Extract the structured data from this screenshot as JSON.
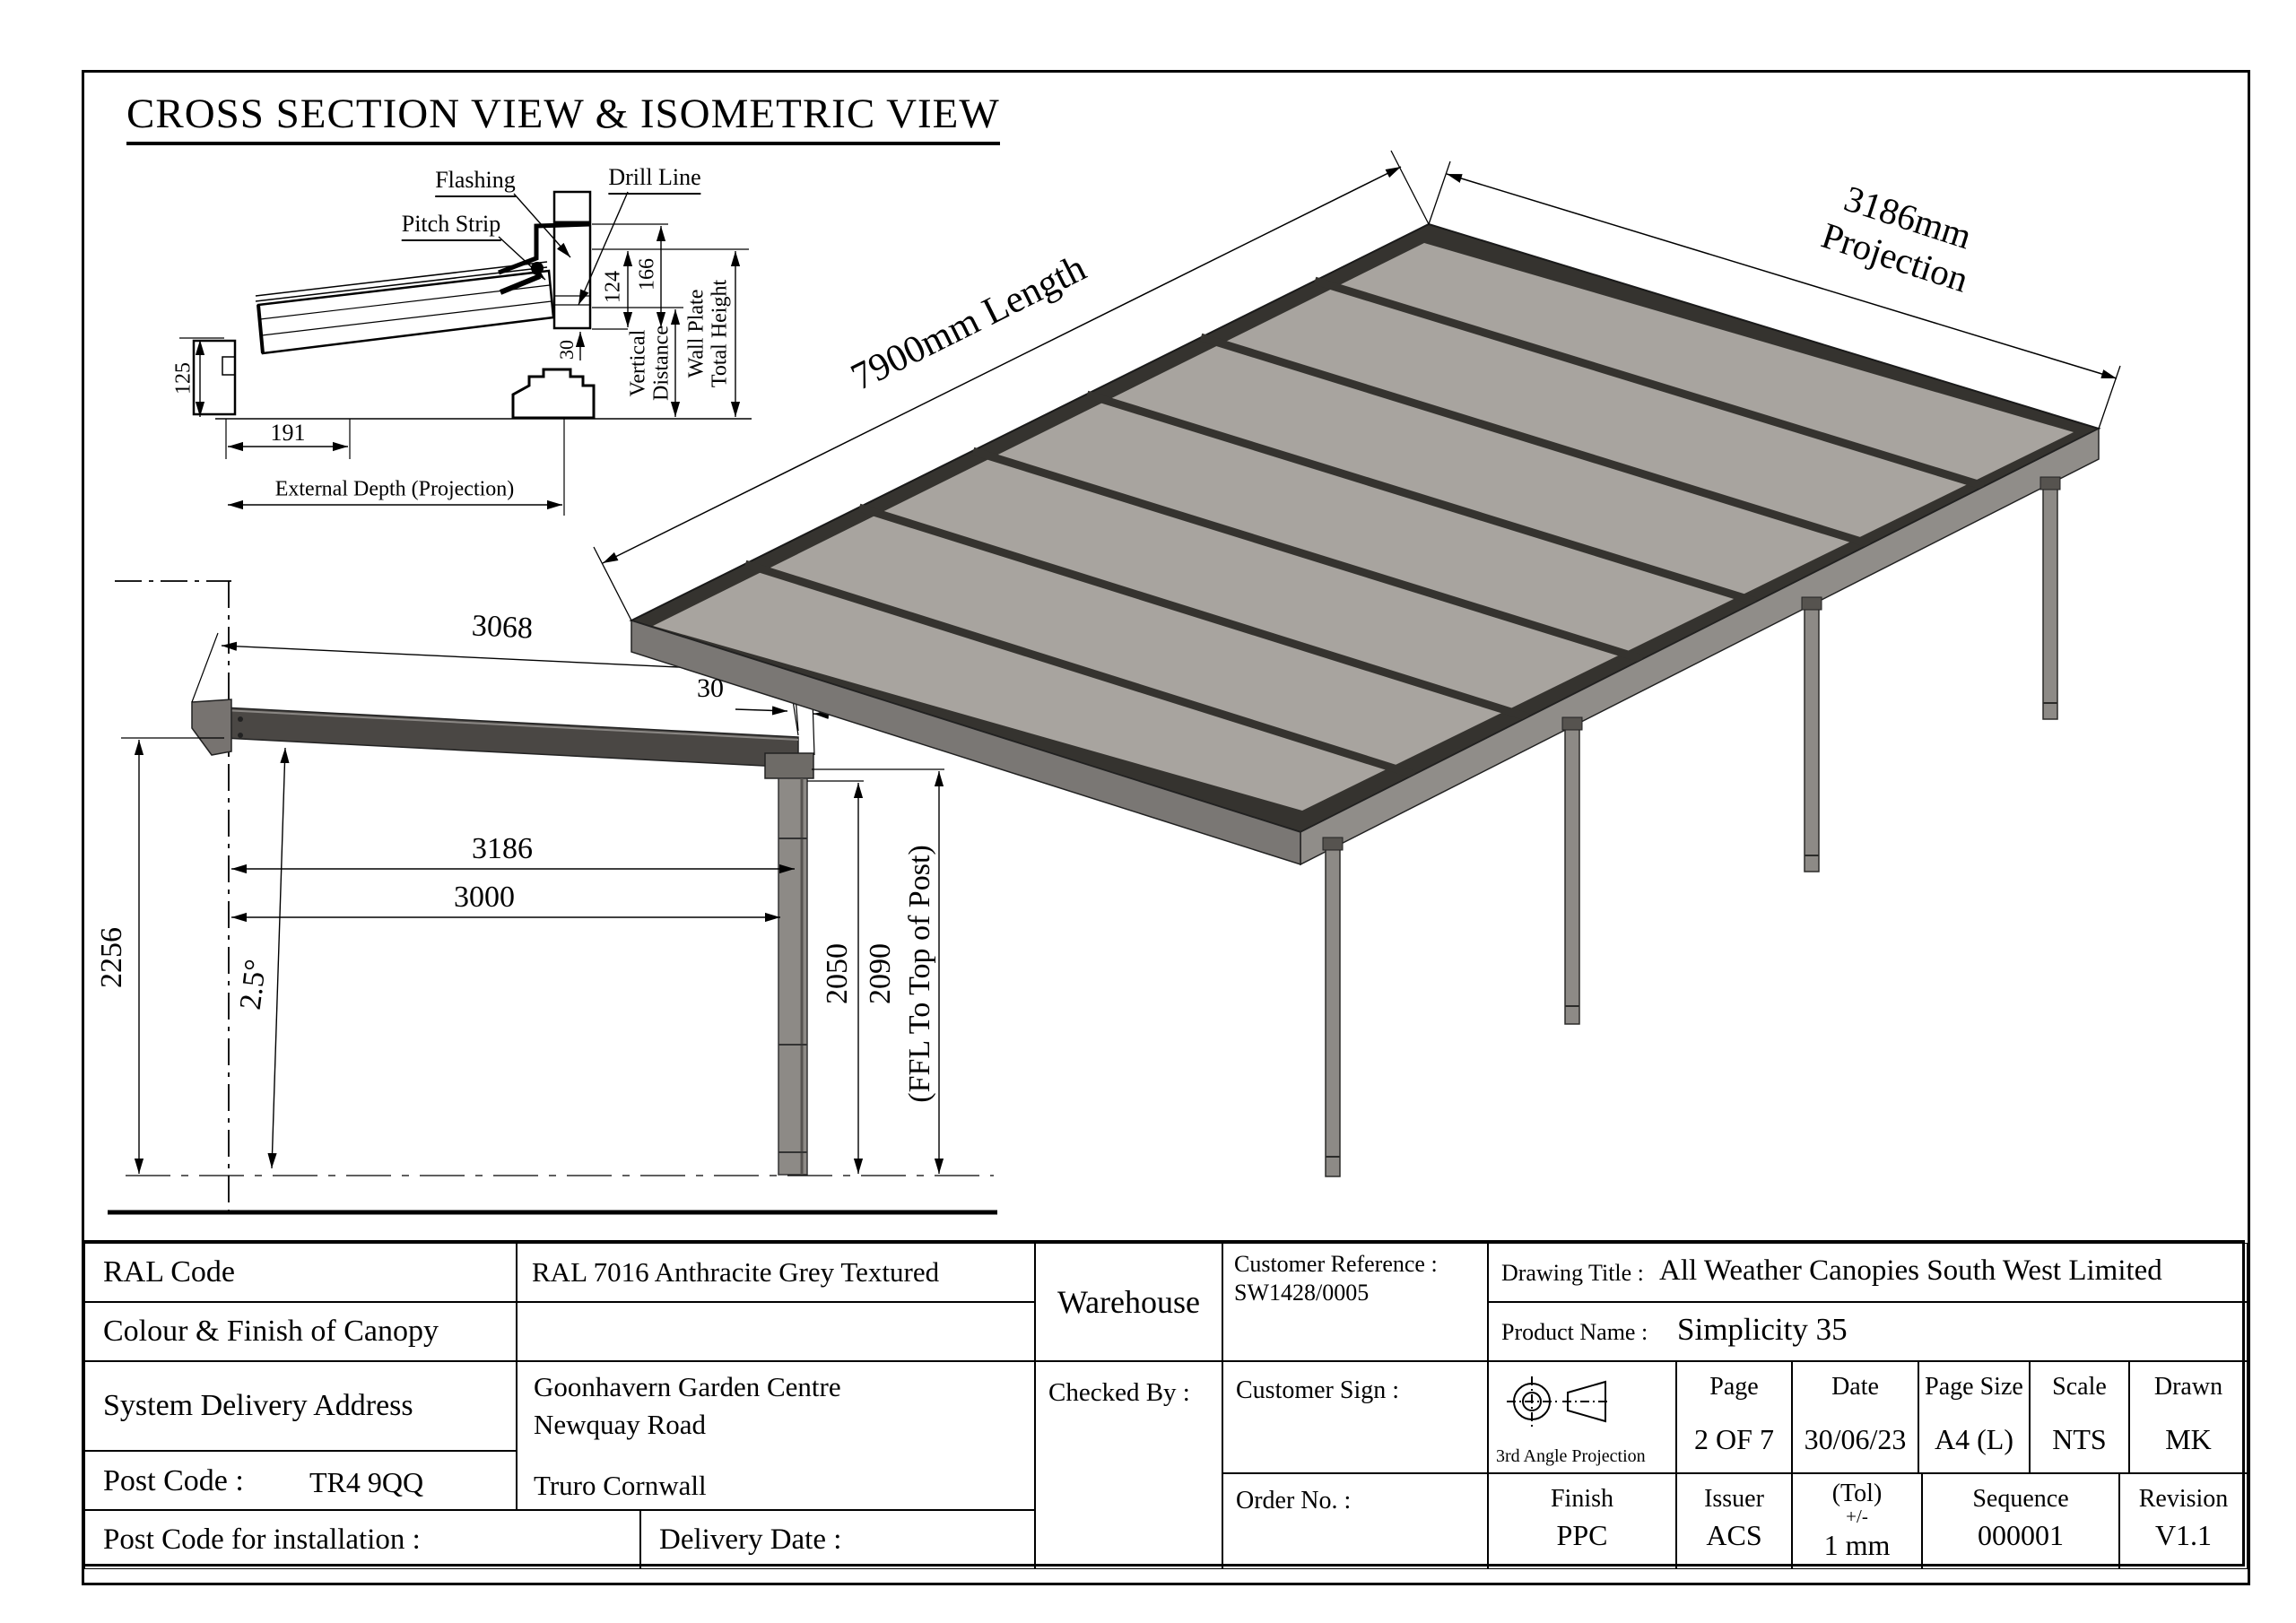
{
  "page": {
    "title": "CROSS SECTION VIEW & ISOMETRIC VIEW"
  },
  "detail_view": {
    "labels": {
      "flashing": "Flashing",
      "pitch_strip": "Pitch Strip",
      "drill_line": "Drill Line",
      "vertical_distance_line1": "Vertical",
      "vertical_distance_line2": "Distance",
      "wall_plate_line1": "Wall Plate",
      "wall_plate_line2": "Total Height",
      "external_depth": "External Depth (Projection)"
    },
    "dims": {
      "d125": "125",
      "d191": "191",
      "d30": "30",
      "d124": "124",
      "d166": "166"
    }
  },
  "elevation_view": {
    "dims": {
      "d3068": "3068",
      "d30": "30",
      "d3186": "3186",
      "d3000": "3000",
      "d2256": "2256",
      "angle": "2.5°",
      "d2050": "2050",
      "d2090": "2090",
      "ffl": "(FFL To Top of Post)"
    }
  },
  "isometric_view": {
    "length_label": "7900mm Length",
    "projection_label_line1": "3186mm",
    "projection_label_line2": "Projection"
  },
  "title_block": {
    "ral_code_label": "RAL Code",
    "ral_code_value": "RAL 7016 Anthracite Grey Textured",
    "colour_finish_label": "Colour & Finish of Canopy",
    "delivery_address_label": "System Delivery Address",
    "address_line1": "Goonhavern Garden Centre",
    "address_line2": "Newquay Road",
    "address_line3": "Truro Cornwall",
    "post_code_label": "Post Code :",
    "post_code_value": "TR4 9QQ",
    "post_code_install_label": "Post Code for installation :",
    "delivery_date_label": "Delivery Date :",
    "warehouse": "Warehouse",
    "checked_by": "Checked By :",
    "customer_reference_label": "Customer Reference :",
    "customer_reference_value": "SW1428/0005",
    "customer_sign": "Customer Sign :",
    "order_no": "Order No. :",
    "drawing_title_label": "Drawing Title :",
    "drawing_title_value": "All Weather Canopies South West Limited",
    "product_name_label": "Product Name :",
    "product_name_value": "Simplicity 35",
    "projection_symbol_caption": "3rd Angle Projection",
    "page_label": "Page",
    "page_value": "2 OF 7",
    "date_label": "Date",
    "date_value": "30/06/23",
    "page_size_label": "Page Size",
    "page_size_value": "A4 (L)",
    "scale_label": "Scale",
    "scale_value": "NTS",
    "drawn_label": "Drawn",
    "drawn_value": "MK",
    "finish_label": "Finish",
    "finish_value": "PPC",
    "issuer_label": "Issuer",
    "issuer_value": "ACS",
    "tol_label": "(Tol)",
    "tol_sub": "+/-",
    "tol_value": "1 mm",
    "sequence_label": "Sequence",
    "sequence_value": "000001",
    "revision_label": "Revision",
    "revision_value": "V1.1"
  },
  "colors": {
    "beam_dark": "#4a4744",
    "panel_grey": "#a8a49f",
    "post_grey": "#8d8a86",
    "frame_dark": "#35332f",
    "line_black": "#000000"
  }
}
